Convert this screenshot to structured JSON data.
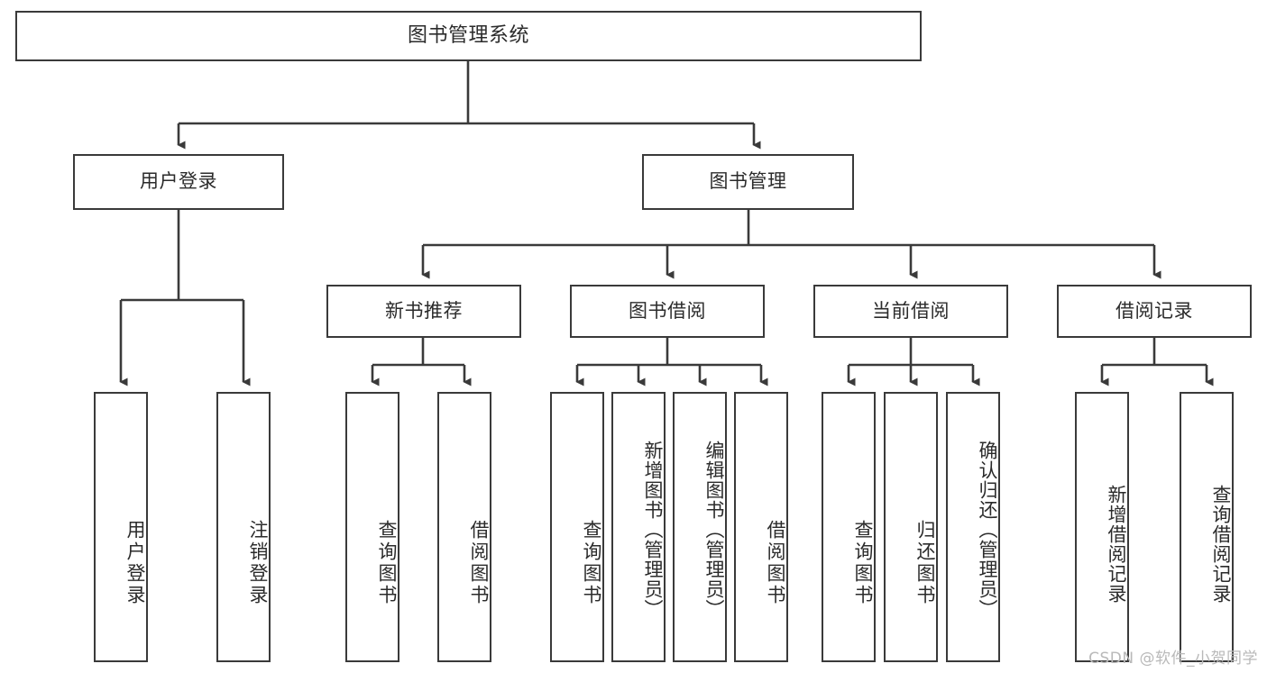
{
  "diagram": {
    "title": "图书管理系统",
    "type": "tree-hierarchy-diagram",
    "root": {
      "label": "图书管理系统"
    },
    "level2": [
      {
        "label": "用户登录"
      },
      {
        "label": "图书管理"
      }
    ],
    "level3": [
      {
        "label": "新书推荐"
      },
      {
        "label": "图书借阅"
      },
      {
        "label": "当前借阅"
      },
      {
        "label": "借阅记录"
      }
    ],
    "leaves": {
      "user_login": [
        {
          "label": "用户登录"
        },
        {
          "label": "注销登录"
        }
      ],
      "new_book_recommend": [
        {
          "label": "查询图书"
        },
        {
          "label": "借阅图书"
        }
      ],
      "book_borrow": [
        {
          "label": "查询图书"
        },
        {
          "label": "新增图书（管理员）"
        },
        {
          "label": "编辑图书（管理员）"
        },
        {
          "label": "借阅图书"
        }
      ],
      "current_borrow": [
        {
          "label": "查询图书"
        },
        {
          "label": "归还图书"
        },
        {
          "label": "确认归还（管理员）"
        }
      ],
      "borrow_record": [
        {
          "label": "新增借阅记录"
        },
        {
          "label": "查询借阅记录"
        }
      ]
    }
  },
  "watermark": {
    "text": "CSDN @软件_小贺同学"
  },
  "colors": {
    "stroke": "#3a3a3a",
    "text": "#2b2b2b",
    "background": "#ffffff",
    "watermark": "#b9b9b9"
  }
}
